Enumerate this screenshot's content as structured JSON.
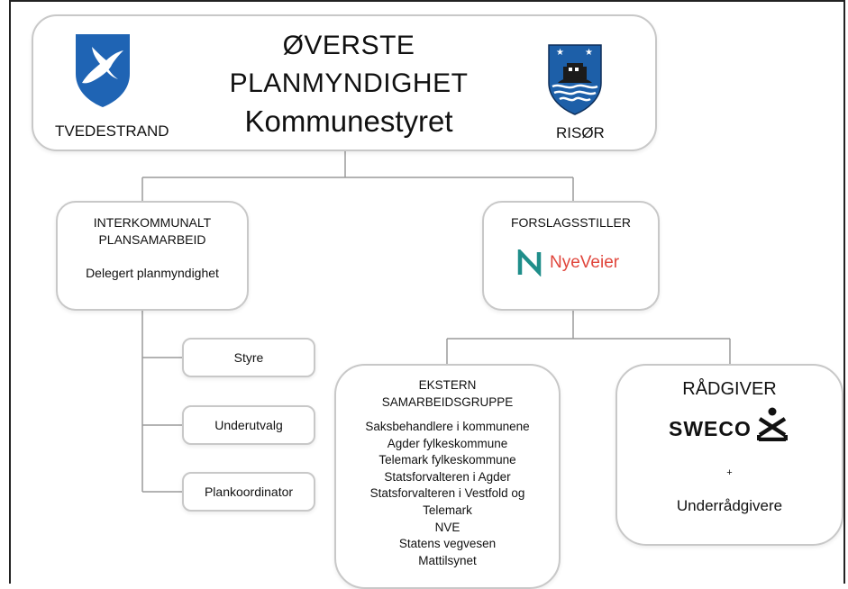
{
  "top": {
    "line1": "ØVERSTE",
    "line2": "PLANMYNDIGHET",
    "line3": "Kommunestyret",
    "left_label": "TVEDESTRAND",
    "right_label": "RISØR"
  },
  "inter": {
    "title_line1": "INTERKOMMUNALT",
    "title_line2": "PLANSAMARBEID",
    "subtitle": "Delegert planmyndighet",
    "children": [
      "Styre",
      "Underutvalg",
      "Plankoordinator"
    ]
  },
  "forslag": {
    "title": "FORSLAGSSTILLER",
    "logo_text": "NyeVeier"
  },
  "ekstern": {
    "title_line1": "EKSTERN",
    "title_line2": "SAMARBEIDSGRUPPE",
    "members": [
      "Saksbehandlere i kommunene",
      "Agder fylkeskommune",
      "Telemark fylkeskommune",
      "Statsforvalteren i Agder",
      "Statsforvalteren i Vestfold og",
      "Telemark",
      "NVE",
      "Statens vegvesen",
      "Mattilsynet"
    ]
  },
  "radgiver": {
    "title": "RÅDGIVER",
    "logo_text": "SWECO",
    "plus": "+",
    "sub": "Underrådgivere"
  },
  "colors": {
    "tvedestrand_blue": "#1f64b4",
    "risor_blue": "#1d5fa8",
    "nyeveier_teal": "#1f8e8a",
    "nyeveier_red": "#e0463c",
    "connector": "#9a9a9a",
    "box_border": "#c8c8c8"
  }
}
